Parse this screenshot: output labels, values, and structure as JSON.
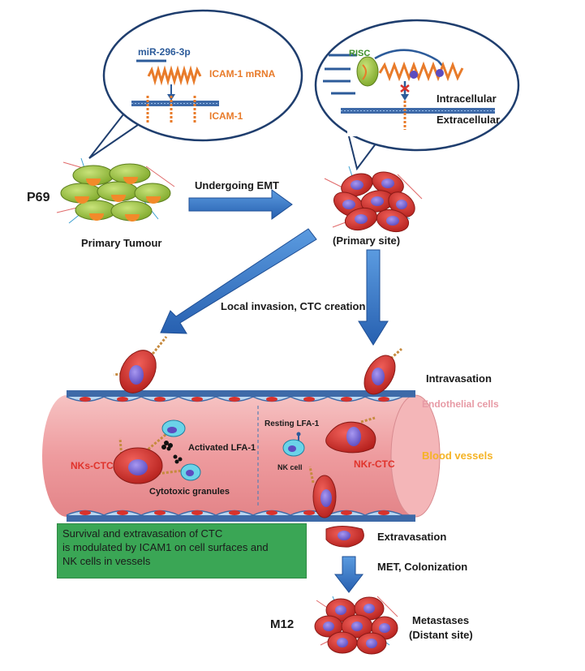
{
  "labels": {
    "mir": "miR-296-3p",
    "icam_mrna": "ICAM-1 mRNA",
    "icam1": "ICAM-1",
    "risc": "RISC",
    "intracellular": "Intracellular",
    "extracellular": "Extracellular",
    "p69": "P69",
    "emt": "Undergoing  EMT",
    "primary_tumour": "Primary Tumour",
    "primary_site": "(Primary site)",
    "local_invasion": "Local invasion, CTC creation",
    "intravasation": "Intravasation",
    "endothelial": "Endothelial cells",
    "blood_vessels": "Blood vessels",
    "resting_lfa": "Resting LFA-1",
    "nk_cell": "NK cell",
    "nkr_ctc": "NKr-CTC",
    "nks_ctc": "NKs-CTC",
    "activated_lfa": "Activated LFA-1",
    "cytotoxic": "Cytotoxic granules",
    "extravasation": "Extravasation",
    "met": "MET, Colonization",
    "m12": "M12",
    "metastases": "Metastases",
    "distant": "(Distant site)"
  },
  "note_lines": [
    "Survival and extravasation of CTC",
    "is modulated by ICAM1 on cell surfaces and",
    "NK cells in vessels"
  ],
  "colors": {
    "arrow_blue": "#2f6fbe",
    "cell_red": "#d8322c",
    "nucleus_purple": "#7a6bd1",
    "cell_green": "#9ec83e",
    "vessel_pink": "#f2a7a9",
    "note_green": "#3aa655"
  }
}
